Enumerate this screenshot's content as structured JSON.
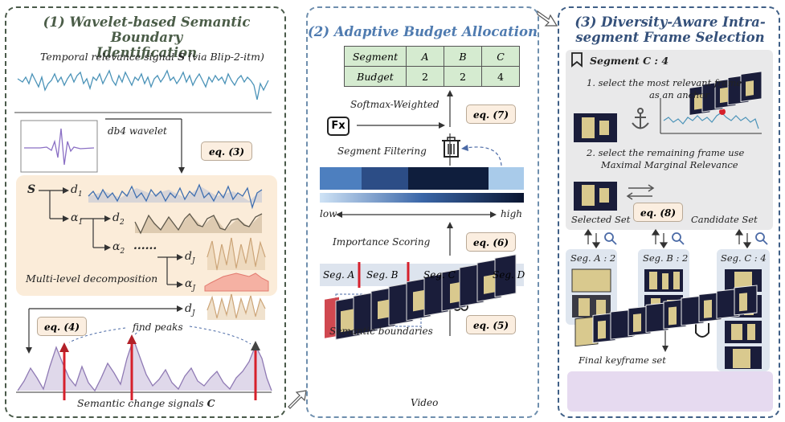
{
  "panel1": {
    "title_line1": "(1) Wavelet-based Semantic Boundary",
    "title_line2": "Identification",
    "signal_label": "Temporal relevance signal",
    "signal_symbol": "S",
    "signal_suffix": "(via Blip-2-itm)",
    "wavelet_label": "db4 wavelet",
    "eq3": "eq. (3)",
    "eq4": "eq. (4)",
    "decomposition_label": "Multi-level decomposition",
    "find_peaks": "find peaks",
    "change_label": "Semantic change signals",
    "change_symbol": "C",
    "sym_S": "S",
    "sym_d1": "d",
    "sym_d1_sub": "1",
    "sym_a1": "α",
    "sym_a1_sub": "1",
    "sym_d2": "d",
    "sym_d2_sub": "2",
    "sym_a2": "α",
    "sym_a2_sub": "2",
    "sym_dots": "......",
    "sym_dJ": "d",
    "sym_dJ_sub": "J",
    "sym_aJ": "α",
    "sym_aJ_sub": "J",
    "sym_dJ2": "d",
    "sym_dJ2_sub": "J"
  },
  "panel2": {
    "title": "(2) Adaptive Budget Allocation",
    "table_header": [
      "Segment",
      "A",
      "B",
      "C"
    ],
    "table_budget": [
      "Budget",
      "2",
      "2",
      "4"
    ],
    "softmax_label": "Softmax-Weighted",
    "fx_label": "Fx",
    "eq7": "eq. (7)",
    "filtering_label": "Segment Filtering",
    "low_label": "low",
    "high_label": "high",
    "importance_label": "Importance Scoring",
    "eq6": "eq. (6)",
    "segments": [
      "Seg. A",
      "Seg. B",
      "Seg. C",
      "Seg. D"
    ],
    "boundaries_label": "Semantic boundaries",
    "eq5": "eq. (5)",
    "video_label": "Video",
    "colors": {
      "dark": "#0f1e3d",
      "mid": "#4d7fbf",
      "light": "#a9cbea",
      "boundary": "#d6202b"
    }
  },
  "panel3": {
    "title_line1": "(3) Diversity-Aware Intra-",
    "title_line2": "segment Frame Selection",
    "segment_label": "Segment  C : 4",
    "step1_line1": "1. select the most relevant frame",
    "step1_line2": "as an anchor",
    "step2_line1": "2. select the remaining frame use",
    "step2_line2": "Maximal Marginal Relevance",
    "eq8": "eq. (8)",
    "selected_set": "Selected Set",
    "candidate_set": "Candidate Set",
    "seg_a": "Seg. A : 2",
    "seg_b": "Seg. B : 2",
    "seg_c": "Seg. C : 4",
    "final_label": "Final keyframe set"
  }
}
